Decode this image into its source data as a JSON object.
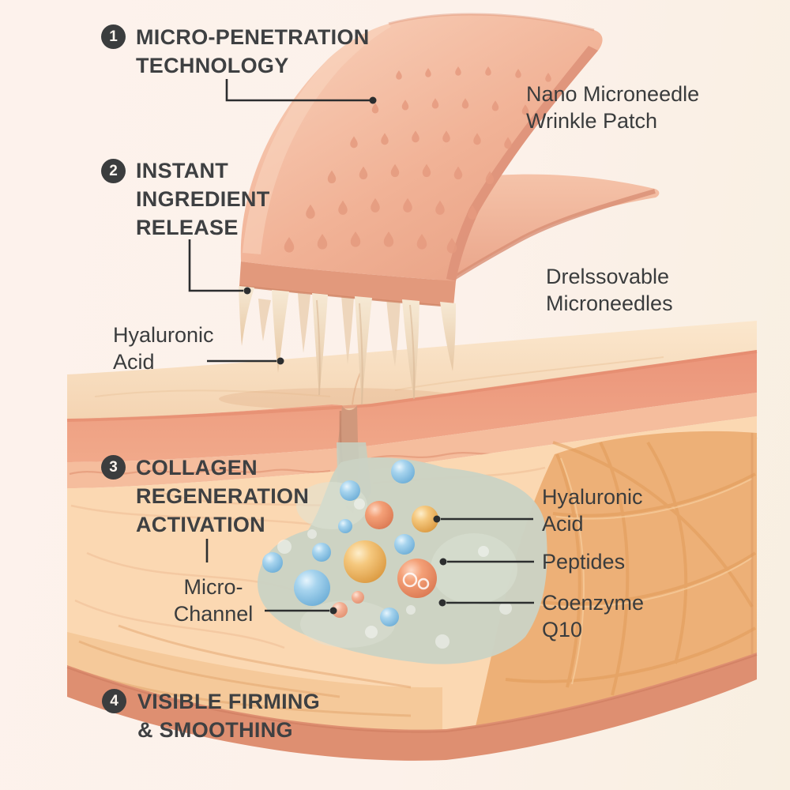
{
  "page": {
    "title": "Nano Microneedle Wrinkle Patch infographic",
    "background": "#fbf1e9"
  },
  "steps": [
    {
      "number": "1",
      "lines": [
        "MICRO-PENETRATION",
        "TECHNOLOGY"
      ]
    },
    {
      "number": "2",
      "lines": [
        "INSTANT",
        "INGREDIENT",
        "RELEASE"
      ]
    },
    {
      "number": "3",
      "lines": [
        "COLLAGEN",
        "REGENERATION",
        "ACTIVATION"
      ]
    },
    {
      "number": "4",
      "lines": [
        "VISIBLE FIRMING",
        "& SMOOTHING"
      ]
    }
  ],
  "annotations": {
    "patch_name": {
      "lines": [
        "Nano Microneedle",
        "Wrinkle Patch"
      ]
    },
    "dissolvable": {
      "lines": [
        "Drelssovable",
        "Microneedles"
      ]
    },
    "hyaluronic_left": {
      "lines": [
        "Hyaluronic",
        "Acid"
      ]
    },
    "micro_channel": {
      "lines": [
        "Micro-",
        "Channel"
      ]
    },
    "hyaluronic_right": {
      "lines": [
        "Hyaluronic",
        "Acid"
      ]
    },
    "peptides": {
      "lines": [
        "Peptides"
      ]
    },
    "coenzyme_q10": {
      "lines": [
        "Coenzyme",
        "Q10"
      ]
    }
  },
  "colors": {
    "background": "#fbf1e9",
    "heading_text": "#3e4042",
    "label_text": "#3a3c3d",
    "badge": "#3b3d3e",
    "leader_line": "#2c2e2f",
    "patch": "#f2b49c",
    "patch_edge": "#dd9178",
    "needle": "#f2dfc6",
    "skin_surface": "#f8dcbe",
    "epidermis": "#ee9f82",
    "upper_dermis": "#f5bd9d",
    "dermis": "#fbd8b2",
    "deep_dermis": "#edb077",
    "bottom_band": "#de8f71",
    "channel_blob": "#cbd2c4",
    "sphere_blue": "#8ec6e8",
    "sphere_gold": "#f0b95e",
    "sphere_salmon": "#ef9370",
    "sphere_pink": "#f2a98e"
  }
}
